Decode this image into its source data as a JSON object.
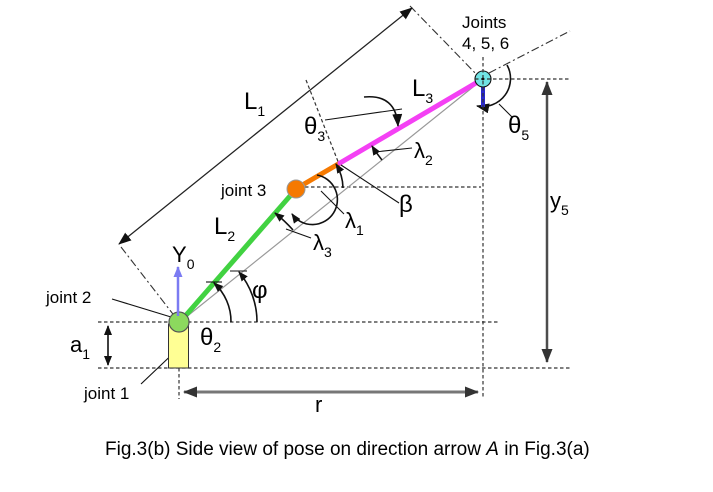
{
  "figure": {
    "caption": {
      "pre": "Fig.3(b) Side view of pose on direction arrow ",
      "em": "A",
      "post": " in Fig.3(a)"
    }
  },
  "labels": {
    "joints456_line1": "Joints",
    "joints456_line2": "4, 5, 6",
    "joint1": "joint 1",
    "joint2": "joint 2",
    "joint3": "joint 3",
    "L1": {
      "base": "L",
      "sub": "1"
    },
    "L2": {
      "base": "L",
      "sub": "2"
    },
    "L3": {
      "base": "L",
      "sub": "3"
    },
    "theta2": {
      "base": "θ",
      "sub": "2"
    },
    "theta3": {
      "base": "θ",
      "sub": "3"
    },
    "theta5": {
      "base": "θ",
      "sub": "5"
    },
    "lambda1": {
      "base": "λ",
      "sub": "1"
    },
    "lambda2": {
      "base": "λ",
      "sub": "2"
    },
    "lambda3": {
      "base": "λ",
      "sub": "3"
    },
    "a1": {
      "base": "a",
      "sub": "1"
    },
    "y5": {
      "base": "y",
      "sub": "5"
    },
    "Y0": {
      "base": "Y",
      "sub": "0"
    },
    "phi": "φ",
    "beta": "β",
    "r": "r"
  },
  "colors": {
    "link_green": "#41d241",
    "link_orange": "#f57900",
    "link_magenta": "#f440f4",
    "joint2_fill": "#8cd95e",
    "joint3_fill": "#f57900",
    "wrist_fill": "#70e4e4",
    "base_fill": "#ffff94",
    "y0_axis_blue": "#7b7bf2",
    "wrist_axis_blue": "#2929cc",
    "dim_gray": "#4d4d4d",
    "r_gray": "#777777"
  }
}
